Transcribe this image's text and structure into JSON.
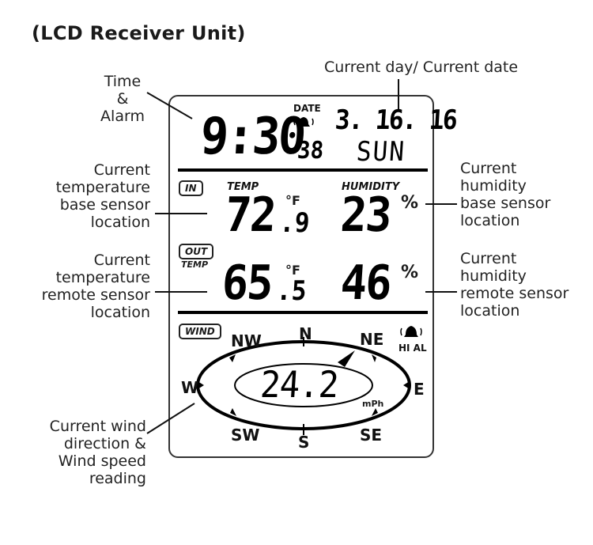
{
  "title": "(LCD Receiver Unit)",
  "callouts": {
    "time_alarm": [
      "Time",
      "&",
      "Alarm"
    ],
    "day_date": "Current day/ Current date",
    "temp_base": [
      "Current",
      "temperature",
      "base sensor",
      "location"
    ],
    "humidity_base": [
      "Current",
      "humidity",
      "base sensor",
      "location"
    ],
    "temp_remote": [
      "Current",
      "temperature",
      "remote sensor",
      "location"
    ],
    "humidity_remote": [
      "Current",
      "humidity",
      "remote sensor",
      "location"
    ],
    "wind": [
      "Current wind",
      "direction &",
      "Wind speed",
      "reading"
    ]
  },
  "lcd": {
    "date_label": "DATE",
    "time": "9:30",
    "seconds": "38",
    "date": "3. 16. 16",
    "day": "SUN",
    "in_label": "IN",
    "temp_label": "TEMP",
    "humidity_label": "HUMIDITY",
    "in_temp_main": "72",
    "in_temp_decimal": ".9",
    "temp_unit": "°F",
    "in_humidity": "23",
    "humidity_unit": "%",
    "out_label": "OUT",
    "out_temp_label": "TEMP",
    "out_temp_main": "65",
    "out_temp_decimal": ".5",
    "out_humidity": "46",
    "wind_label": "WIND",
    "wind_speed": "24.2",
    "wind_unit": "mPh",
    "hi_al": "HI AL",
    "compass": {
      "n": "N",
      "ne": "NE",
      "e": "E",
      "se": "SE",
      "s": "S",
      "sw": "SW",
      "w": "W",
      "nw": "NW"
    }
  }
}
